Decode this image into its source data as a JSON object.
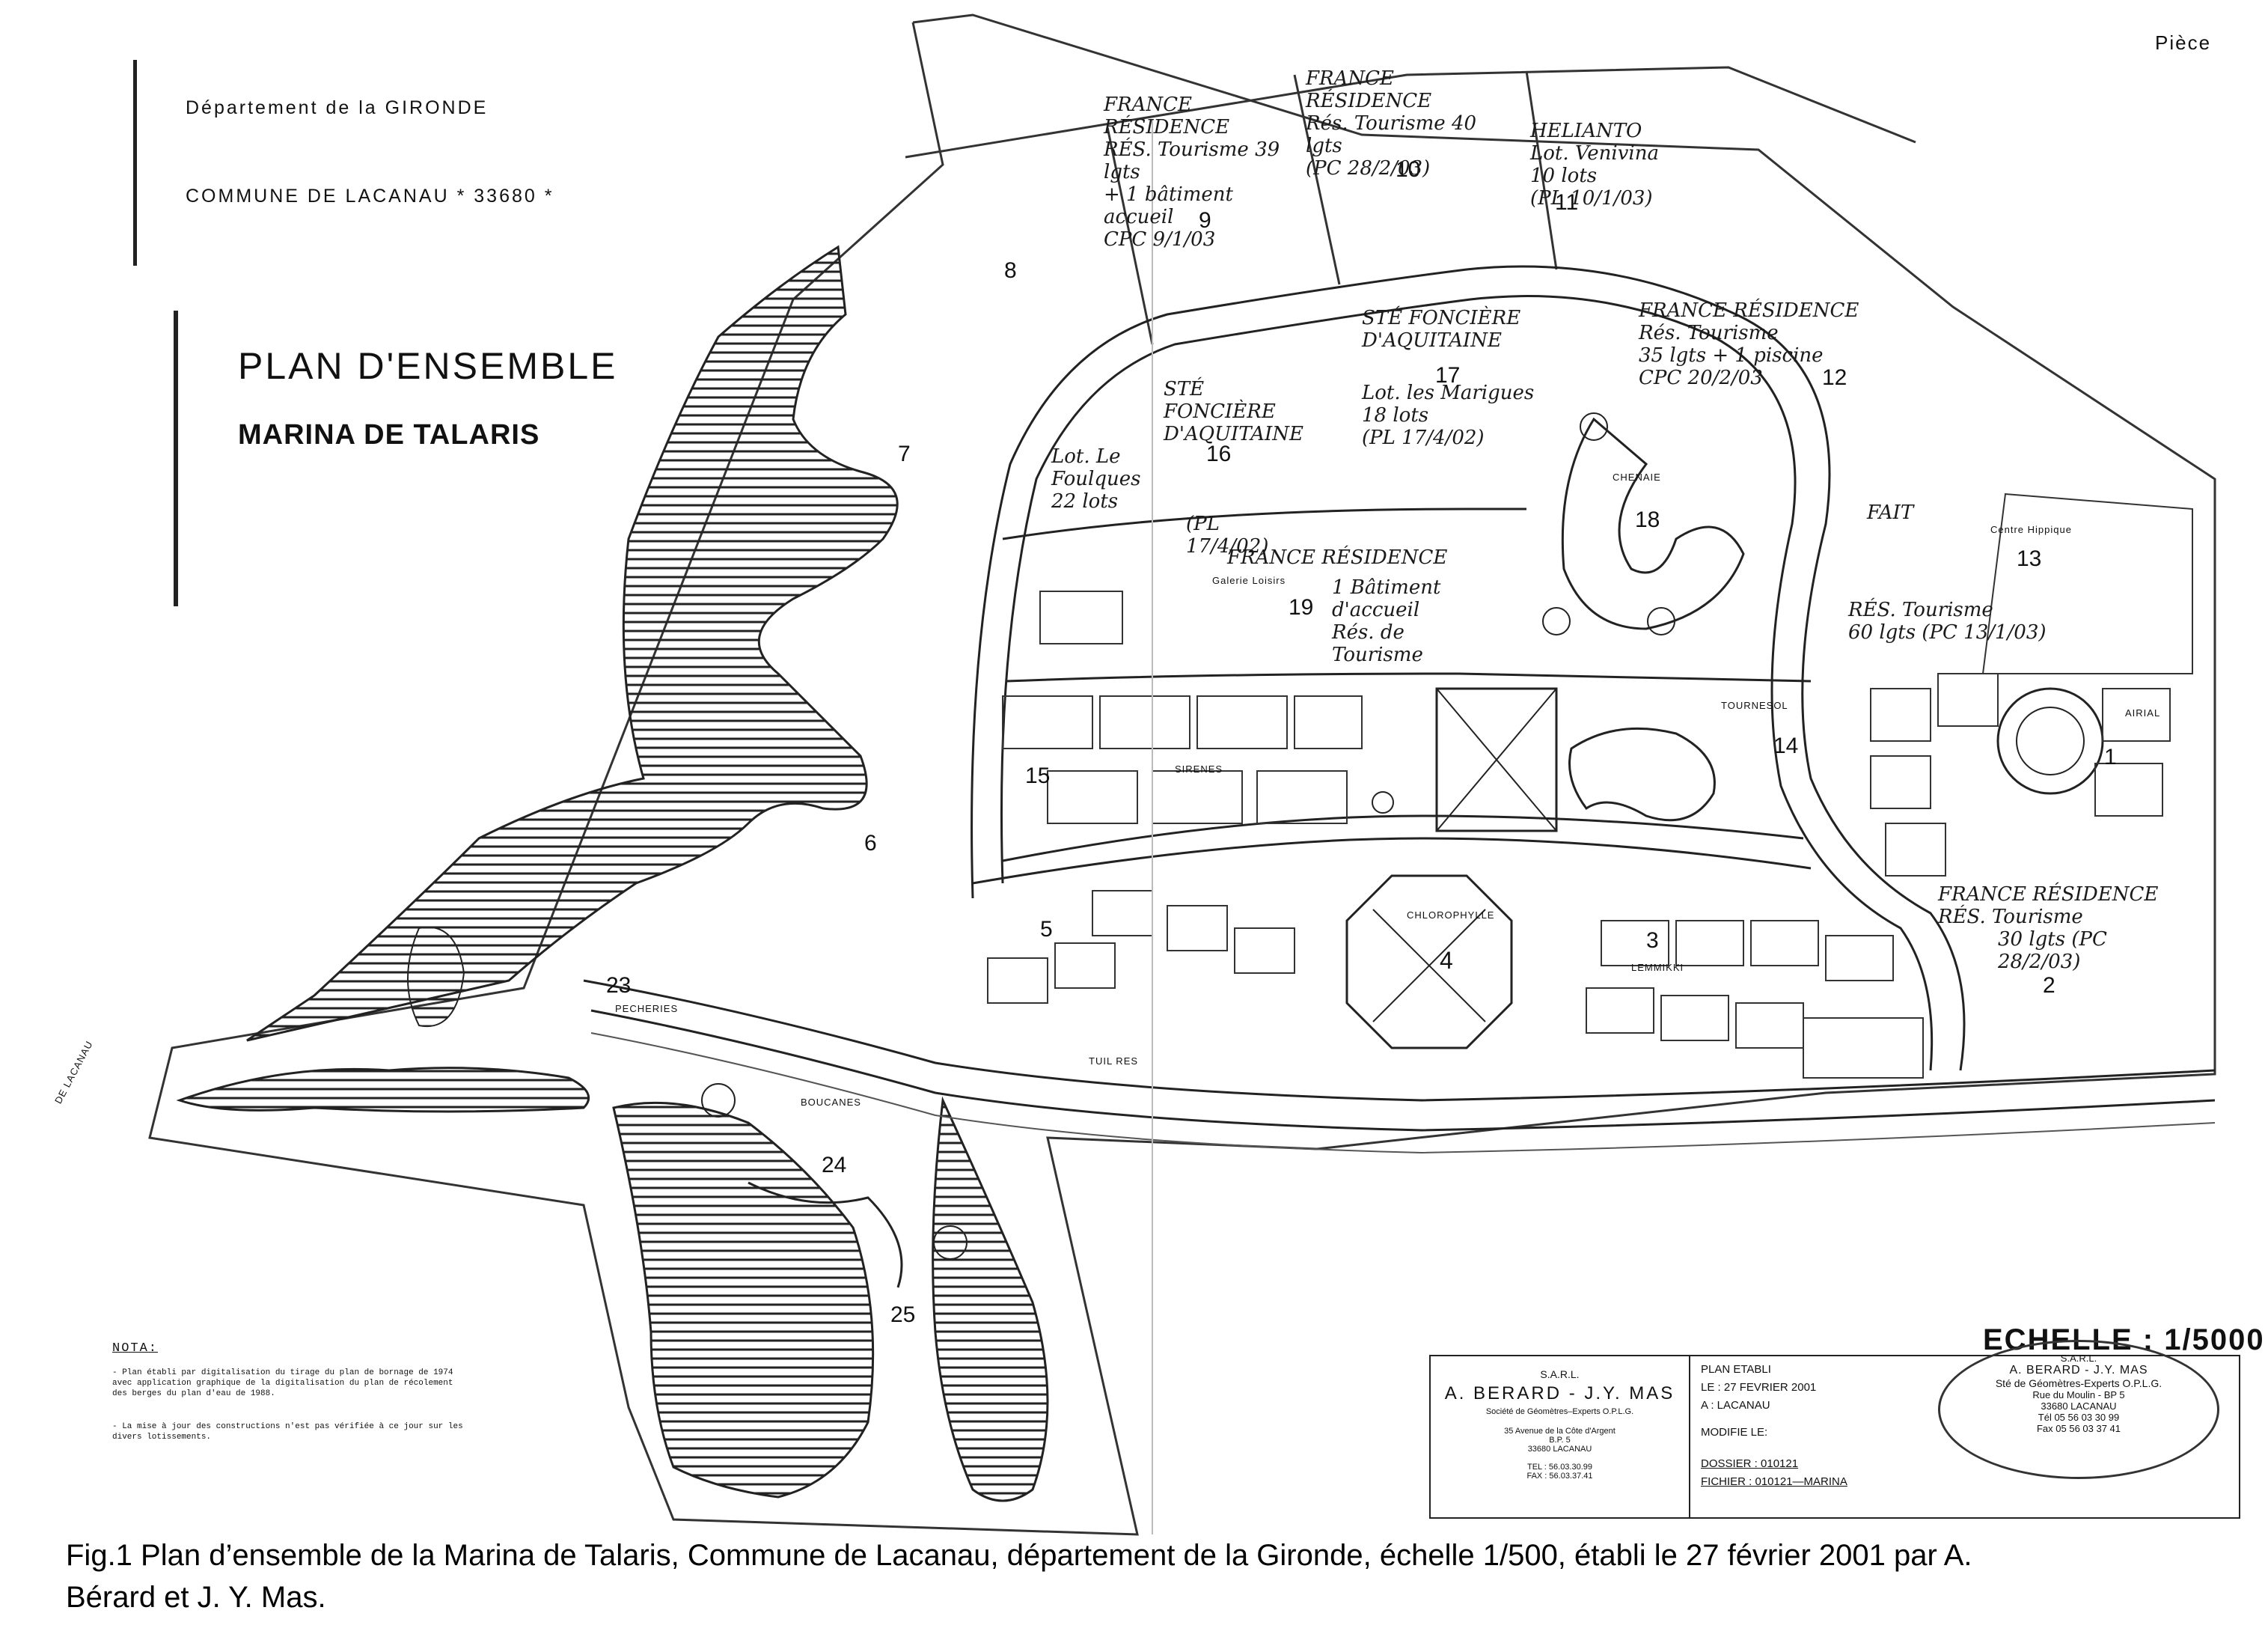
{
  "corner_label": "Pièce",
  "header": {
    "departement": "Département  de  la   GIRONDE",
    "commune": "COMMUNE  DE  LACANAU    * 33680 *"
  },
  "title": {
    "main": "PLAN D'ENSEMBLE",
    "sub": "MARINA DE TALARIS"
  },
  "lots": [
    "8",
    "7",
    "6",
    "5",
    "4",
    "3",
    "2",
    "1",
    "9",
    "10",
    "11",
    "12",
    "13",
    "14",
    "15",
    "16",
    "17",
    "18",
    "19",
    "23",
    "24",
    "25"
  ],
  "places": {
    "chenaie": "CHENAIE",
    "tournesol": "TOURNESOL",
    "sirenes": "SIRENES",
    "chlorophylle": "CHLOROPHYLLE",
    "lemmikki": "LEMMIKKI",
    "tuilieres": "TUIL   RES",
    "pecheries": "PECHERIES",
    "boucanes": "BOUCANES",
    "airial": "AIRIAL",
    "centre_hippique": "Centre Hippique",
    "galerie": "Galerie Loisirs",
    "lacanau_road": "DE LACANAU"
  },
  "annotations": {
    "lot9": [
      "FRANCE RÉSIDENCE",
      "RÉS. Tourisme 39 lgts",
      "+ 1 bâtiment accueil",
      "CPC 9/1/03"
    ],
    "lot10": [
      "FRANCE RÉSIDENCE",
      "Rés. Tourisme 40 lgts",
      "(PC 28/2/03)"
    ],
    "lot11": [
      "HELIANTO",
      "Lot. Venivina",
      "10 lots",
      "(PL 10/1/03)"
    ],
    "lot12": [
      "FRANCE RÉSIDENCE",
      "Rés. Tourisme",
      "35 lgts + 1 piscine",
      "CPC 20/2/03"
    ],
    "lot16": [
      "STÉ FONCIÈRE",
      "D'AQUITAINE",
      "Lot. Le",
      "Foulques",
      "22 lots",
      "(PL 17/4/02)"
    ],
    "lot17": [
      "STÉ FONCIÈRE",
      "D'AQUITAINE",
      "Lot. les Marigues",
      "18 lots",
      "(PL 17/4/02)"
    ],
    "lot19": [
      "FRANCE RÉSIDENCE",
      "1 Bâtiment",
      "d'accueil",
      "Rés. de Tourisme"
    ],
    "lot13": [
      "RÉS. Tourisme",
      "60 lgts (PC 13/1/03)"
    ],
    "lot2": [
      "FRANCE RÉSIDENCE",
      "RÉS. Tourisme",
      "30 lgts (PC 28/2/03)"
    ],
    "fait": "FAIT"
  },
  "nota": {
    "title": "NOTA:",
    "items": [
      "- Plan établi par digitalisation du tirage du plan de bornage de 1974 avec application graphique de la digitalisation du plan de récolement des berges du plan d'eau de 1988.",
      "- La mise à jour des constructions n'est pas vérifiée à ce jour sur les divers lotissements."
    ]
  },
  "scale": "ECHELLE : 1/5000",
  "cartouche": {
    "sarl": "S.A.R.L.",
    "firm": "A. BERARD - J.Y. MAS",
    "firm_sub": "Société de Géomètres–Experts O.P.L.G.",
    "address": "35 Avenue de la Côte d'Argent",
    "bp": "B.P. 5",
    "city": "33680 LACANAU",
    "tel": "TEL : 56.03.30.99",
    "fax": "FAX : 56.03.37.41",
    "rows": [
      "PLAN ETABLI",
      "LE : 27 FEVRIER 2001",
      "A   : LACANAU",
      "MODIFIE LE:",
      "DOSSIER  :  010121",
      "FICHIER  :  010121—MARINA"
    ]
  },
  "stamp": {
    "lines": [
      "S.A.R.L.",
      "A. BERARD - J.Y. MAS",
      "Sté de Géomètres-Experts O.P.L.G.",
      "Rue du Moulin - BP 5",
      "33680 LACANAU",
      "Tél 05 56 03 30 99",
      "Fax 05 56 03 37 41"
    ]
  },
  "caption": "Fig.1 Plan d’ensemble de la Marina de Talaris, Commune de Lacanau, département de la Gironde, échelle 1/500, établi le 27 février 2001 par A. Bérard et J. Y. Mas."
}
